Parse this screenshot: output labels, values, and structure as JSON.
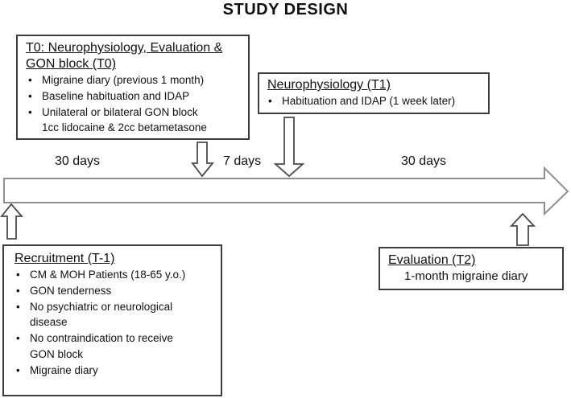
{
  "title": "STUDY DESIGN",
  "timeline": {
    "segments": [
      "30 days",
      "7 days",
      "30 days"
    ]
  },
  "boxes": {
    "t0": {
      "heading": "T0: Neurophysiology, Evaluation &\nGON block (T0)",
      "bullets": [
        "Migraine diary (previous 1 month)",
        "Baseline habituation and IDAP",
        "Unilateral or bilateral GON block\n1cc lidocaine & 2cc betametasone"
      ]
    },
    "t1": {
      "heading": "Neurophysiology (T1)",
      "bullets": [
        "Habituation and IDAP (1 week later)"
      ]
    },
    "recruitment": {
      "heading": "Recruitment (T-1)",
      "bullets": [
        "CM & MOH Patients (18-65 y.o.)",
        "GON tenderness",
        "No psychiatric or neurological\ndisease",
        "No contraindication to receive\nGON block",
        "Migraine diary"
      ]
    },
    "evaluation": {
      "heading": "Evaluation (T2)",
      "note": "1-month migraine diary"
    }
  },
  "colors": {
    "box_border": "#3d3d3d",
    "timeline_stroke": "#8f8f8f",
    "arrow_stroke": "#4a4a4a",
    "text": "#111111",
    "background": "#ffffff"
  }
}
